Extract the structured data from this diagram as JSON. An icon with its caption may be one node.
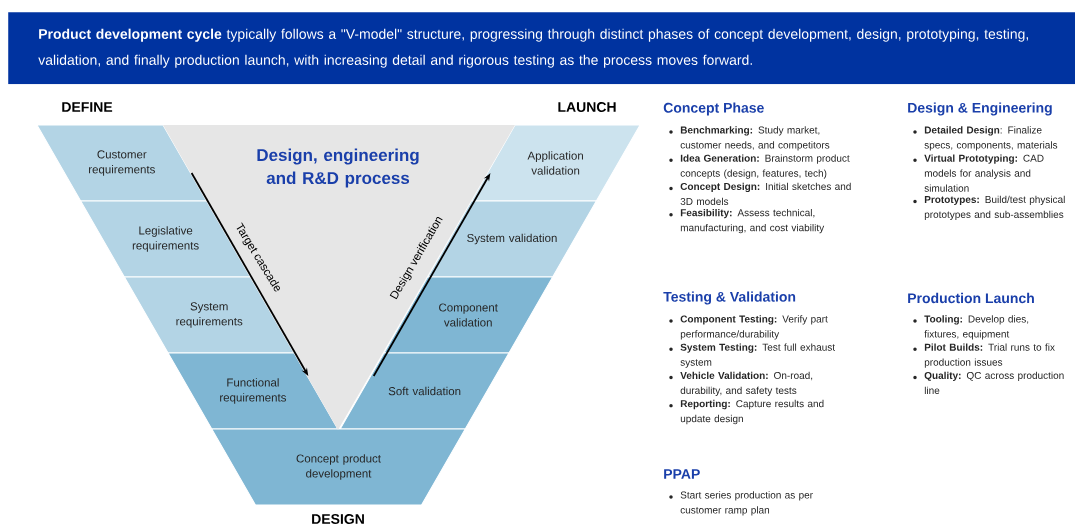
{
  "diagram": {
    "nodes": [
      {
        "text": [
          "**Product development cycle** typically follows a \"V-model\" structure, progressing through distinct phases of concept development, design, prototyping, testing, validation, and finally production launch, with increasing detail and rigorous testing as the process moves forward."
        ]
      },
      {
        "text": [
          "Customer requirements"
        ]
      },
      {
        "text": [
          "Legislative requirements"
        ]
      },
      {
        "text": [
          "System requirements"
        ]
      },
      {
        "text": [
          "Functional requirements"
        ]
      },
      {
        "text": [
          "Application validation"
        ]
      },
      {
        "text": [
          "System validation"
        ]
      },
      {
        "text": [
          "Component validation"
        ]
      },
      {
        "text": [
          "Soft validation"
        ]
      },
      {
        "text": [
          "Concept product development"
        ]
      },
      {
        "text": [
          "Design, engineering and R&D process"
        ]
      }
    ],
    "edges": [
      {
        "from": 1,
        "to": 4,
        "arrow": "to",
        "label": "Target cascade"
      },
      {
        "from": 8,
        "to": 5,
        "arrow": "to",
        "label": "Design verification"
      }
    ],
    "labels": [
      "DEFINE",
      "LAUNCH",
      "DESIGN",
      "Concept Phase",
      "**Benchmarking:** Study market, customer needs, and competitors",
      "**Idea Generation:** Brainstorm product concepts (design, features, tech)",
      "**Concept Design:** Initial sketches and 3D models",
      "**Feasibility:** Assess technical, manufacturing, and cost viability",
      "Design & Engineering",
      "**Detailed Design**: Finalize specs, components, materials",
      "**Virtual Prototyping:** CAD models for analysis and simulation",
      "**Prototypes:** Build/test physical prototypes and sub-assemblies",
      "Testing & Validation",
      "**Component Testing:** Verify part performance/durability",
      "**System Testing:** Test full exhaust system",
      "**Vehicle Validation:** On-road, durability, and safety tests",
      "**Reporting:** Capture results and update design",
      "Production Launch",
      "**Tooling:** Develop dies, fixtures, equipment",
      "**Pilot Builds:** Trial runs to fix production issues",
      "**Quality:** QC across production line",
      "PPAP",
      "Start series production as per customer ramp plan"
    ]
  }
}
